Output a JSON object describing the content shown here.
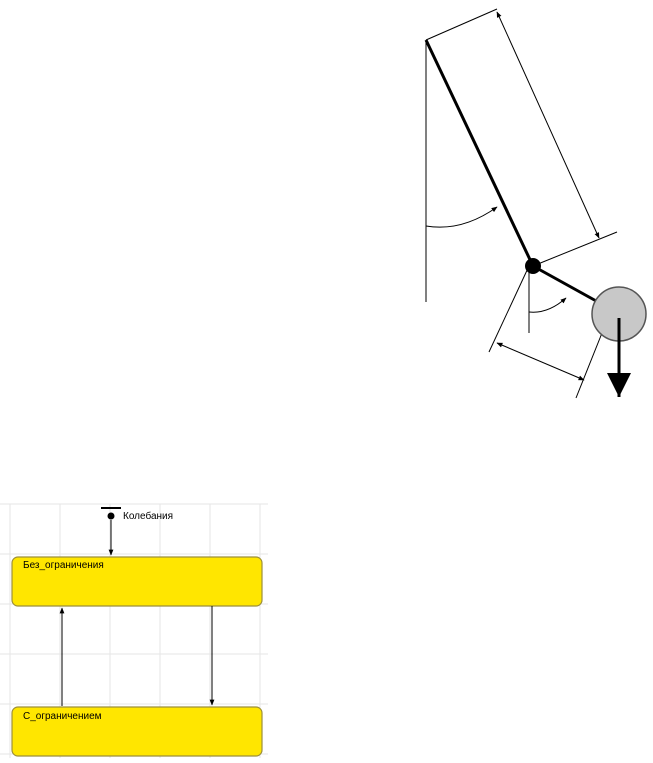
{
  "pendulum": {
    "pivot_color": "#000000",
    "bob_fill": "#c8c8c8",
    "bob_stroke": "#555555",
    "rod_color": "#000000"
  },
  "statechart": {
    "initial_state_label": "Колебания",
    "states": [
      {
        "id": "free",
        "name": "Без_ограничения"
      },
      {
        "id": "constrained",
        "name": "С_ограничением"
      }
    ],
    "transitions": [
      {
        "from": "initial",
        "to": "free"
      },
      {
        "from": "free",
        "to": "constrained"
      },
      {
        "from": "constrained",
        "to": "free"
      }
    ],
    "state_fill": "#ffe600",
    "state_stroke": "#9c8f3a",
    "grid_color": "#e6e6e6"
  }
}
